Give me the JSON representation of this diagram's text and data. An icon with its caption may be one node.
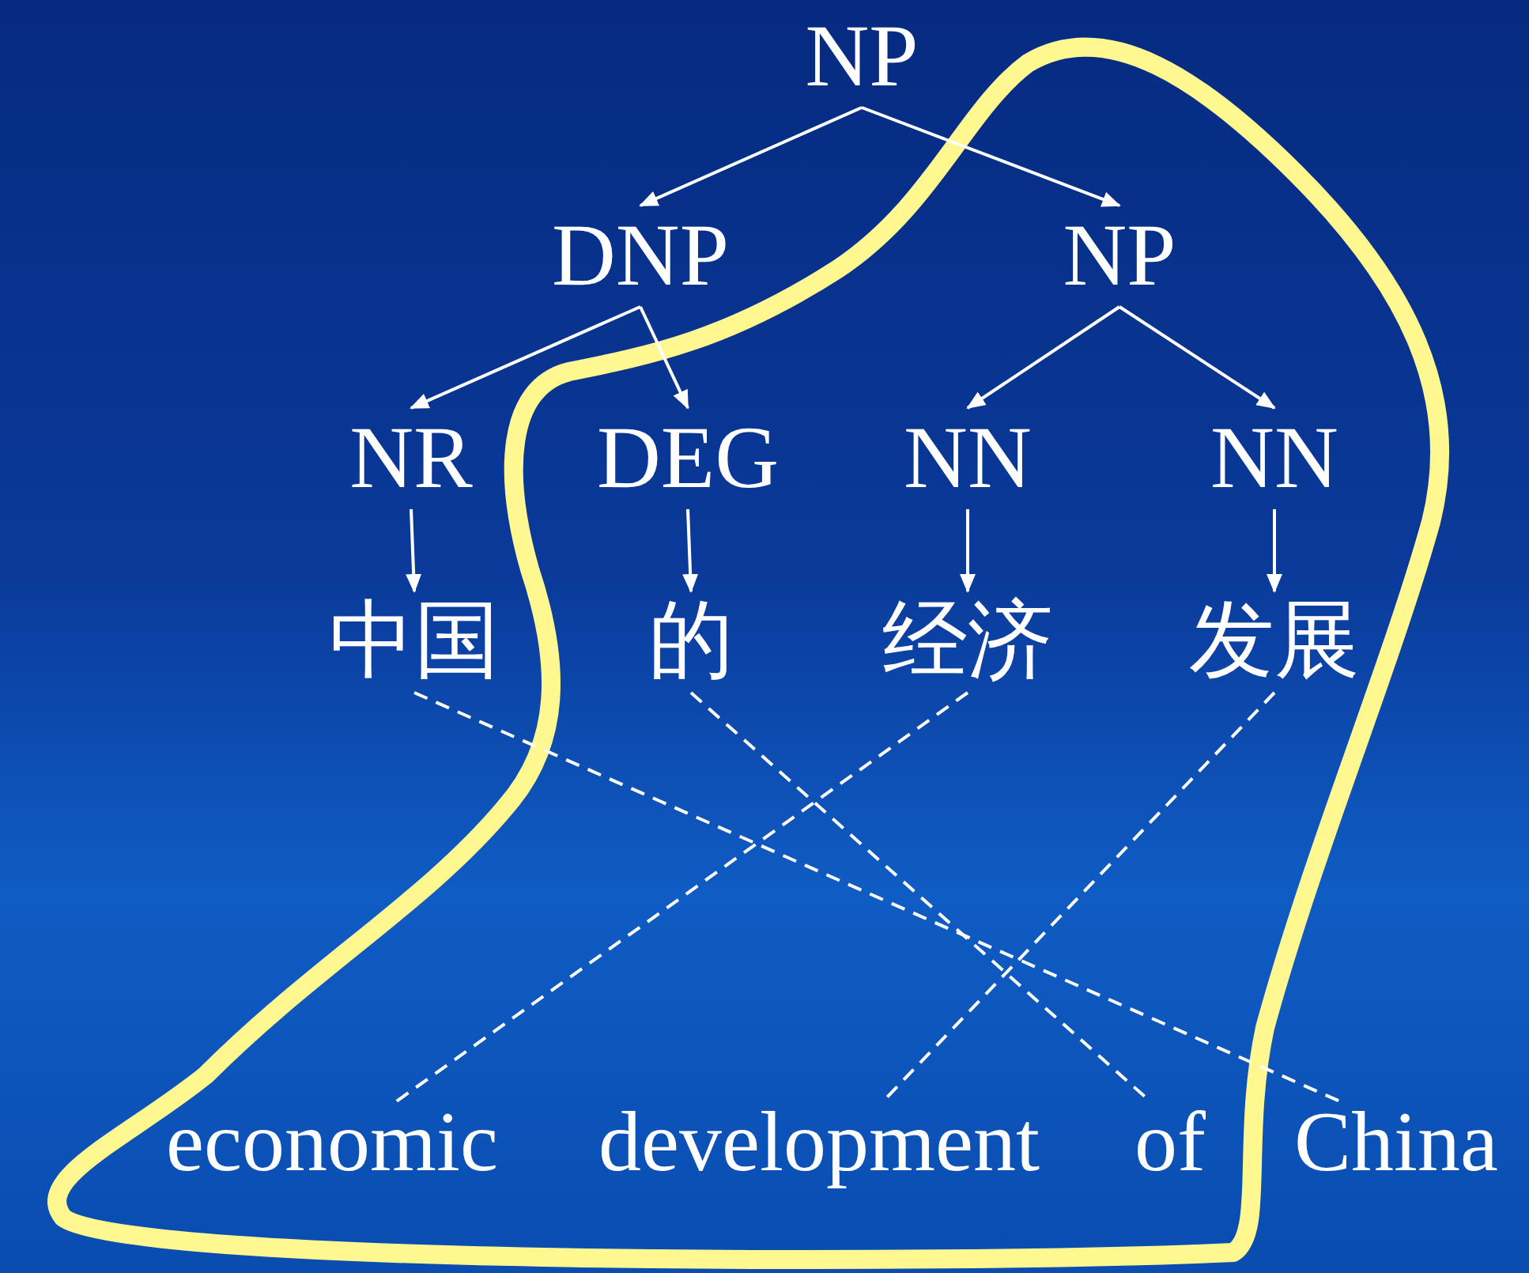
{
  "diagram": {
    "nodes": [
      {
        "text": [
          "NP"
        ]
      },
      {
        "text": [
          "DNP"
        ]
      },
      {
        "text": [
          "NP"
        ]
      },
      {
        "text": [
          "NR"
        ]
      },
      {
        "text": [
          "DEG"
        ]
      },
      {
        "text": [
          "NN"
        ]
      },
      {
        "text": [
          "NN"
        ]
      },
      {
        "text": [
          "中国"
        ]
      },
      {
        "text": [
          "的"
        ]
      },
      {
        "text": [
          "经济"
        ]
      },
      {
        "text": [
          "发展"
        ]
      },
      {
        "text": [
          "economic"
        ]
      },
      {
        "text": [
          "development"
        ]
      },
      {
        "text": [
          "of"
        ]
      },
      {
        "text": [
          "China"
        ]
      }
    ],
    "edges": [
      {
        "from": 0,
        "to": 1,
        "arrow": "to"
      },
      {
        "from": 0,
        "to": 2,
        "arrow": "to"
      },
      {
        "from": 1,
        "to": 3,
        "arrow": "to"
      },
      {
        "from": 1,
        "to": 4,
        "arrow": "to"
      },
      {
        "from": 2,
        "to": 5,
        "arrow": "to"
      },
      {
        "from": 2,
        "to": 6,
        "arrow": "to"
      },
      {
        "from": 3,
        "to": 7,
        "arrow": "to"
      },
      {
        "from": 4,
        "to": 8,
        "arrow": "to"
      },
      {
        "from": 5,
        "to": 9,
        "arrow": "to"
      },
      {
        "from": 6,
        "to": 10,
        "arrow": "to"
      },
      {
        "from": 7,
        "to": 14,
        "arrow": "none",
        "style": "dashed"
      },
      {
        "from": 8,
        "to": 13,
        "arrow": "none",
        "style": "dashed"
      },
      {
        "from": 9,
        "to": 11,
        "arrow": "none",
        "style": "dashed"
      },
      {
        "from": 10,
        "to": 12,
        "arrow": "none",
        "style": "dashed"
      }
    ]
  }
}
